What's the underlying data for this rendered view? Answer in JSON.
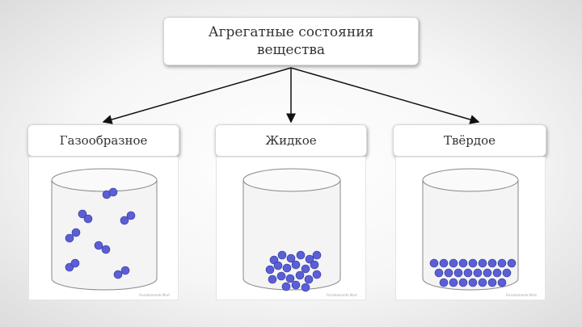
{
  "diagram": {
    "title": "Агрегатные состояния вещества",
    "states": [
      {
        "label": "Газообразное",
        "watermark": "Fieradamente Mart"
      },
      {
        "label": "Жидкое",
        "watermark": "Fieradamente Mart"
      },
      {
        "label": "Твёрдое",
        "watermark": "Fieradamente Mart"
      }
    ]
  },
  "colors": {
    "particle": "#5a5fd8",
    "arrow": "#111111",
    "box_border": "#d6d6d6"
  }
}
